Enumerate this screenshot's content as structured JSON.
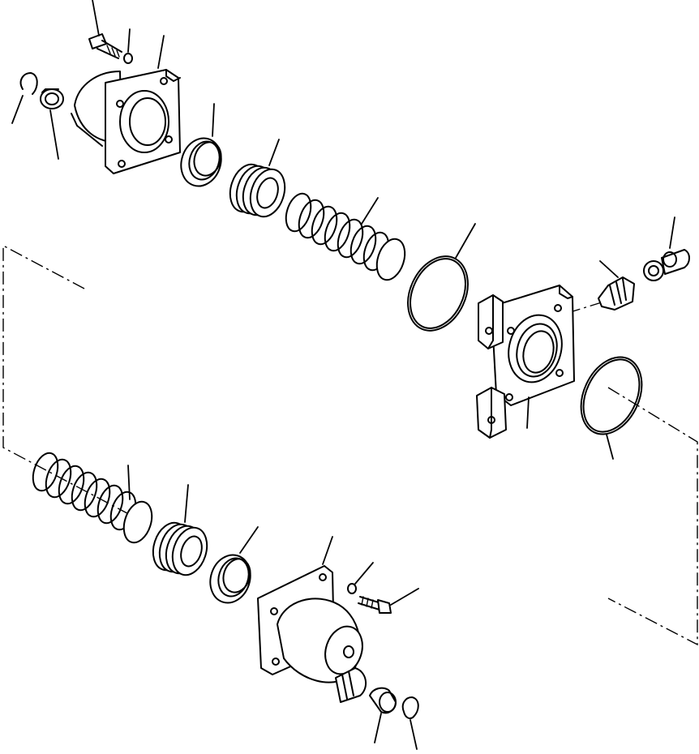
{
  "diagram": {
    "line_color": "#000000",
    "background": "#ffffff",
    "parts": [
      "bolt",
      "washer",
      "cover",
      "retaining-ring",
      "bushing",
      "seal-ring",
      "piston",
      "spring",
      "o-ring",
      "valve-body",
      "fitting",
      "plug"
    ]
  }
}
